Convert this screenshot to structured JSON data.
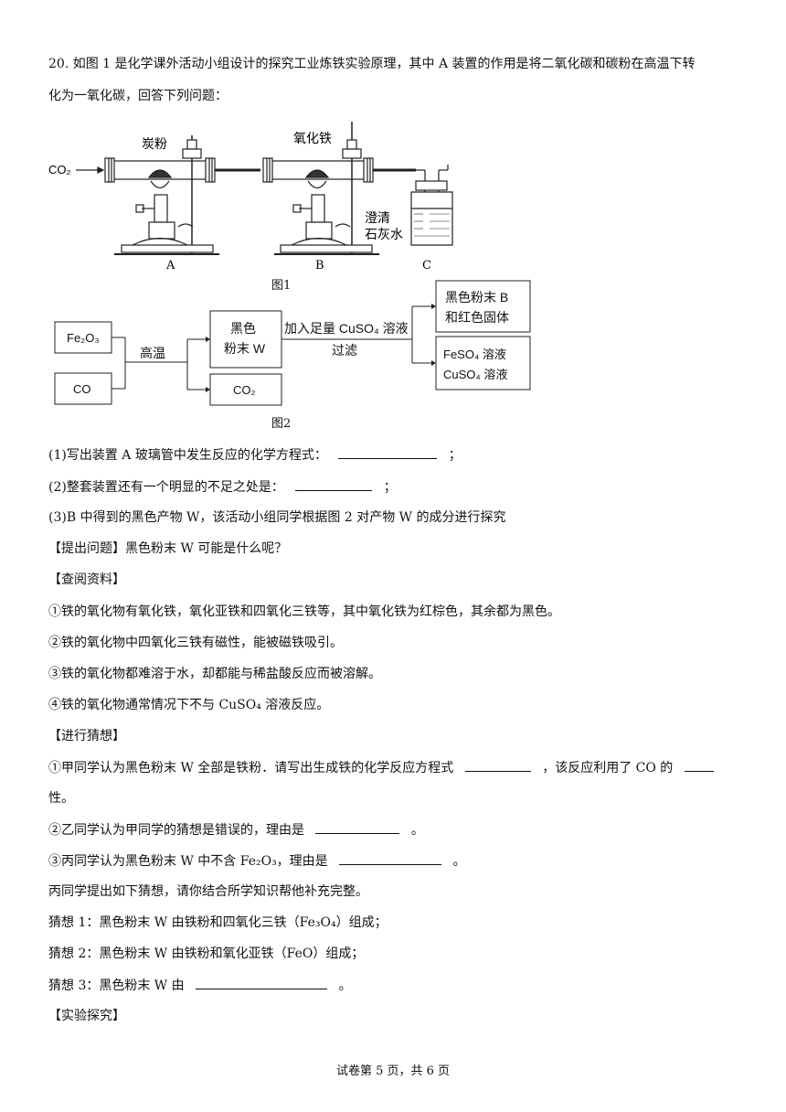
{
  "question": {
    "intro_line1": "20. 如图 1 是化学课外活动小组设计的探究工业炼铁实验原理，其中 A 装置的作用是将二氧化碳和碳粉在高温下转",
    "intro_line2": "化为一氧化碳，回答下列问题："
  },
  "figure1": {
    "co2_label": "CO₂",
    "label_carbon": "炭粉",
    "label_iron_oxide": "氧化铁",
    "label_limewater_1": "澄清",
    "label_limewater_2": "石灰水",
    "label_a": "A",
    "label_b": "B",
    "label_c": "C",
    "caption": "图1"
  },
  "figure2": {
    "box_fe2o3": "Fe₂O₃",
    "box_co": "CO",
    "label_high_temp": "高温",
    "box_black_powder_1": "黑色",
    "box_black_powder_2": "粉末 W",
    "box_co2": "CO₂",
    "arrow_label_1": "加入足量 CuSO₄ 溶液",
    "arrow_label_2": "过滤",
    "box_result_1a": "黑色粉末 B",
    "box_result_1b": "和红色固体",
    "box_result_2a": "FeSO₄ 溶液",
    "box_result_2b": "CuSO₄ 溶液",
    "caption": "图2"
  },
  "lines": {
    "q1": "(1)写出装置 A 玻璃管中发生反应的化学方程式：",
    "q1_end": "；",
    "q2": "(2)整套装置还有一个明显的不足之处是：",
    "q2_end": "；",
    "q3": "(3)B 中得到的黑色产物 W，该活动小组同学根据图 2 对产物 W 的成分进行探究",
    "raise_q": "【提出问题】黑色粉末 W 可能是什么呢？",
    "lookup": "【查阅资料】",
    "info1": "①铁的氧化物有氧化铁，氧化亚铁和四氧化三铁等，其中氧化铁为红棕色，其余都为黑色。",
    "info2": "②铁的氧化物中四氧化三铁有磁性，能被磁铁吸引。",
    "info3": "③铁的氧化物都难溶于水，却都能与稀盐酸反应而被溶解。",
    "info4": "④铁的氧化物通常情况下不与 CuSO₄ 溶液反应。",
    "guess_head": "【进行猜想】",
    "guess1_a": "①甲同学认为黑色粉末 W 全部是铁粉．请写出生成铁的化学反应方程式",
    "guess1_b": "，该反应利用了 CO 的",
    "guess1_c": "性。",
    "guess2_a": "②乙同学认为甲同学的猜想是错误的，理由是",
    "guess2_end": "。",
    "guess3_a": "③丙同学认为黑色粉末 W 中不含 Fe₂O₃，理由是",
    "guess3_end": "。",
    "bing": "丙同学提出如下猜想，请你结合所学知识帮他补充完整。",
    "hyp1": "猜想 1：黑色粉末 W 由铁粉和四氧化三铁（Fe₃O₄）组成；",
    "hyp2": "猜想 2：黑色粉末 W 由铁粉和氧化亚铁（FeO）组成；",
    "hyp3_a": "猜想 3：黑色粉末 W 由",
    "hyp3_end": "。",
    "explore": "【实验探究】"
  },
  "footer": "试卷第 5 页，共 6 页"
}
